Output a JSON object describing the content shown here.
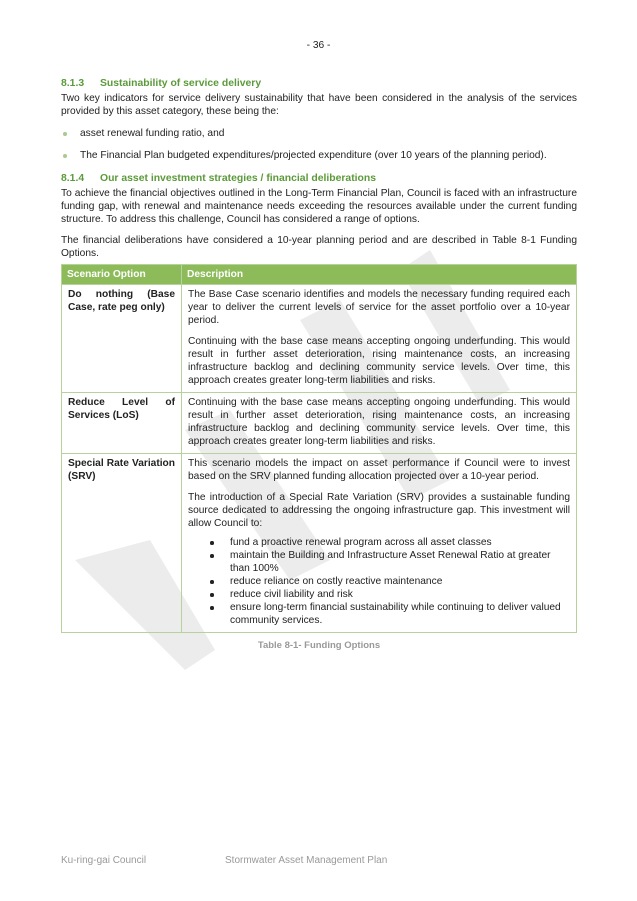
{
  "page_number": "- 36 -",
  "watermark": "DRAFT",
  "section_813": {
    "number": "8.1.3",
    "title": "Sustainability of service delivery",
    "intro": "Two key indicators for service delivery sustainability that have been considered in the analysis of the services provided by this asset category, these being the:",
    "bullets": [
      "asset renewal funding ratio, and",
      "The Financial Plan budgeted expenditures/projected expenditure (over 10 years of the planning period)."
    ]
  },
  "section_814": {
    "number": "8.1.4",
    "title": "Our asset investment strategies / financial deliberations",
    "para1": "To achieve the financial objectives outlined in the Long-Term Financial Plan, Council is faced with an infrastructure funding gap, with renewal and maintenance needs exceeding the resources available under the current funding structure. To address this challenge, Council has considered a range of options.",
    "para2": "The financial deliberations have considered a 10-year planning period and are described in Table 8-1 Funding Options."
  },
  "table": {
    "headers": [
      "Scenario Option",
      "Description"
    ],
    "rows": [
      {
        "option": "Do nothing (Base Case, rate peg only)",
        "paras": [
          "The Base Case scenario identifies and models the necessary funding required each year to deliver the current levels of service for the asset portfolio over a 10-year period.",
          "Continuing with the base case means accepting ongoing underfunding. This would result in further asset deterioration, rising maintenance costs, an increasing infrastructure backlog and declining community service levels. Over time, this approach creates greater long-term liabilities and risks."
        ]
      },
      {
        "option": "Reduce Level of Services (LoS)",
        "paras": [
          "Continuing with the base case means accepting ongoing underfunding. This would result in further asset deterioration, rising maintenance costs, an increasing infrastructure backlog and declining community service levels. Over time, this approach creates greater long-term liabilities and risks."
        ]
      },
      {
        "option": "Special Rate Variation (SRV)",
        "paras": [
          "This scenario models the impact on asset performance if Council were to invest based on the SRV planned funding allocation projected over a 10-year period.",
          "The introduction of a Special Rate Variation (SRV) provides a sustainable funding source dedicated to addressing the ongoing infrastructure gap. This investment will allow Council to:"
        ],
        "bullets": [
          "fund a proactive renewal program across all asset classes",
          "maintain the Building and Infrastructure Asset Renewal Ratio at greater than 100%",
          "reduce reliance on costly reactive maintenance",
          "reduce civil liability and risk",
          "ensure long-term financial sustainability while continuing to deliver valued community services."
        ]
      }
    ],
    "caption": "Table 8-1- Funding Options"
  },
  "footer": {
    "left": "Ku-ring-gai Council",
    "center": "Stormwater Asset Management Plan"
  }
}
